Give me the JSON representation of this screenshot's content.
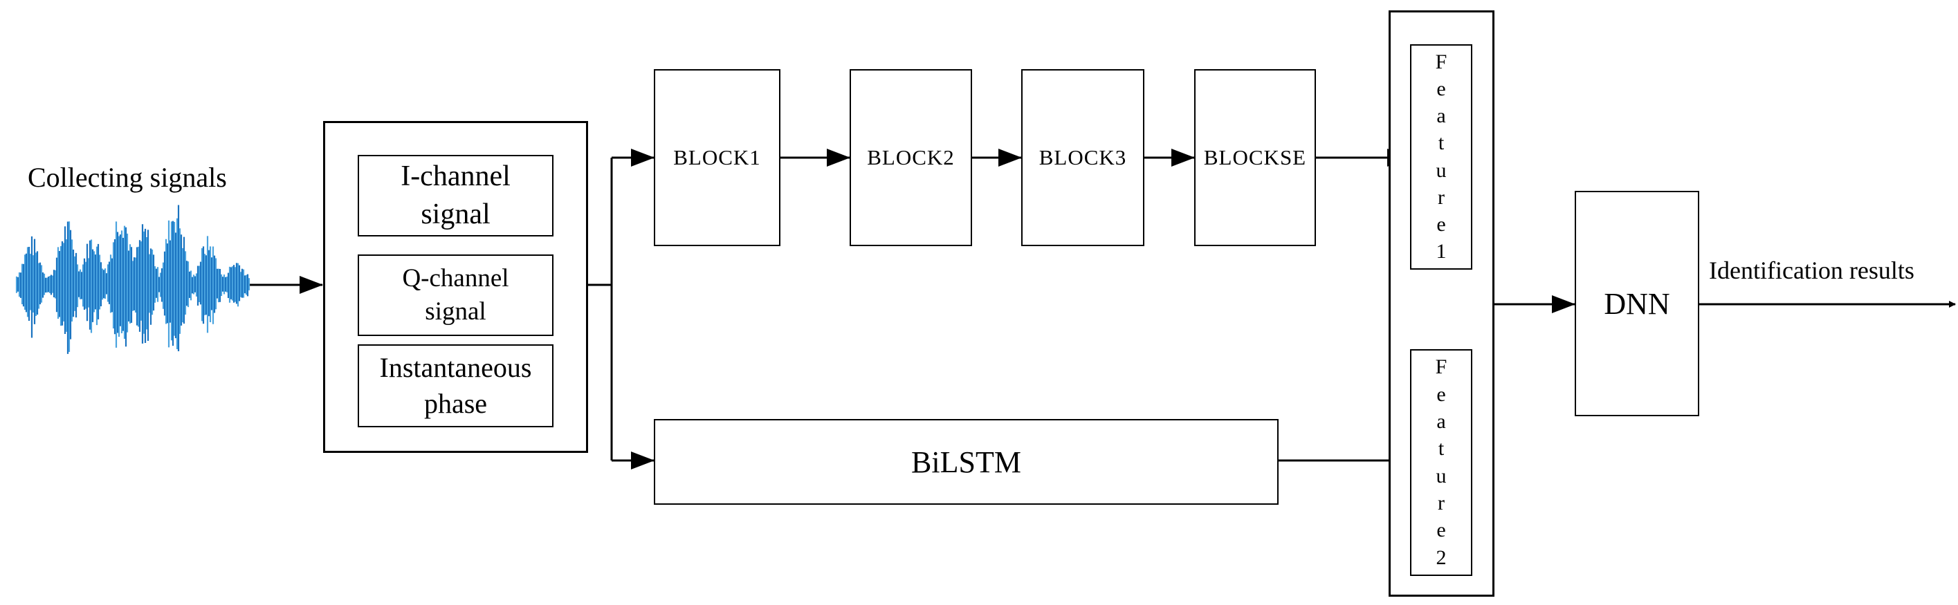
{
  "input": {
    "label": "Collecting signals"
  },
  "preprocess": {
    "items": [
      "I-channel signal",
      "Q-channel signal",
      "Instantaneous phase"
    ]
  },
  "cnn_branch": {
    "blocks": [
      "BLOCK1",
      "BLOCK2",
      "BLOCK3",
      "BLOCKSE"
    ]
  },
  "lstm_branch": {
    "label": "BiLSTM"
  },
  "features": {
    "feature1": "Feature1",
    "feature2": "Feature2"
  },
  "classifier": {
    "label": "DNN"
  },
  "output": {
    "label": "Identification results"
  },
  "colors": {
    "waveform": "#1a73c0",
    "waveform_light": "#4aa3df",
    "line": "#000000"
  }
}
